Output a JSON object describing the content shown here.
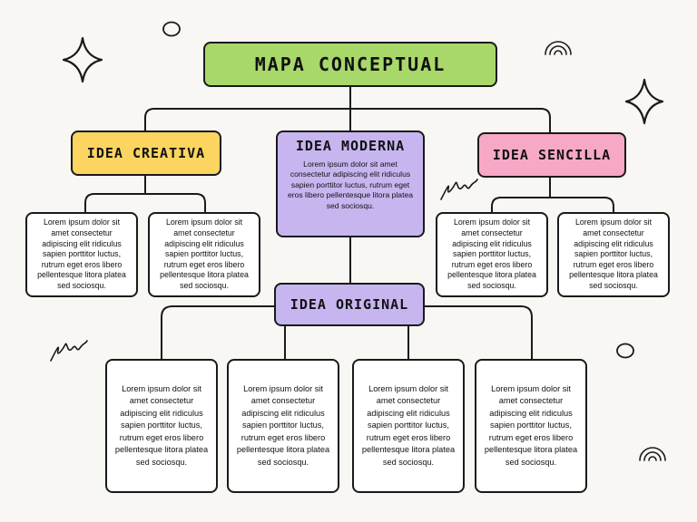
{
  "title": "MAPA CONCEPTUAL",
  "ideas": {
    "creativa": "IDEA CREATIVA",
    "moderna": "IDEA MODERNA",
    "sencilla": "IDEA SENCILLA",
    "original": "IDEA ORIGINAL"
  },
  "moderna_text": "Lorem ipsum dolor sit amet consectetur adipiscing elit ridiculus sapien porttitor luctus, rutrum eget eros libero pellentesque litora platea sed sociosqu.",
  "creativa_notes": [
    "Lorem ipsum dolor sit amet consectetur adipiscing elit ridiculus sapien porttitor luctus, rutrum eget eros libero pellentesque litora platea sed sociosqu.",
    "Lorem ipsum dolor sit amet consectetur adipiscing elit ridiculus sapien porttitor luctus, rutrum eget eros libero pellentesque litora platea sed sociosqu."
  ],
  "sencilla_notes": [
    "Lorem ipsum dolor sit amet consectetur adipiscing elit ridiculus sapien porttitor luctus, rutrum eget eros libero pellentesque litora platea sed sociosqu.",
    "Lorem ipsum dolor sit amet consectetur adipiscing elit ridiculus sapien porttitor luctus, rutrum eget eros libero pellentesque litora platea sed sociosqu."
  ],
  "original_notes": [
    "Lorem ipsum dolor sit amet consectetur adipiscing elit ridiculus sapien porttitor luctus, rutrum eget eros libero pellentesque litora platea sed sociosqu.",
    "Lorem ipsum dolor sit amet consectetur adipiscing elit ridiculus sapien porttitor luctus, rutrum eget eros libero pellentesque litora platea sed sociosqu.",
    "Lorem ipsum dolor sit amet consectetur adipiscing elit ridiculus sapien porttitor luctus, rutrum eget eros libero pellentesque litora platea sed sociosqu.",
    "Lorem ipsum dolor sit amet consectetur adipiscing elit ridiculus sapien porttitor luctus, rutrum eget eros libero pellentesque litora platea sed sociosqu."
  ],
  "colors": {
    "title_bg": "#a8d86a",
    "creativa_bg": "#fcd460",
    "moderna_bg": "#c7b5f0",
    "sencilla_bg": "#f7a8c6",
    "background": "#f8f7f3"
  },
  "decorations": [
    "sparkle-icon",
    "rainbow-icon",
    "circle-doodle-icon",
    "loop-squiggle-icon"
  ]
}
